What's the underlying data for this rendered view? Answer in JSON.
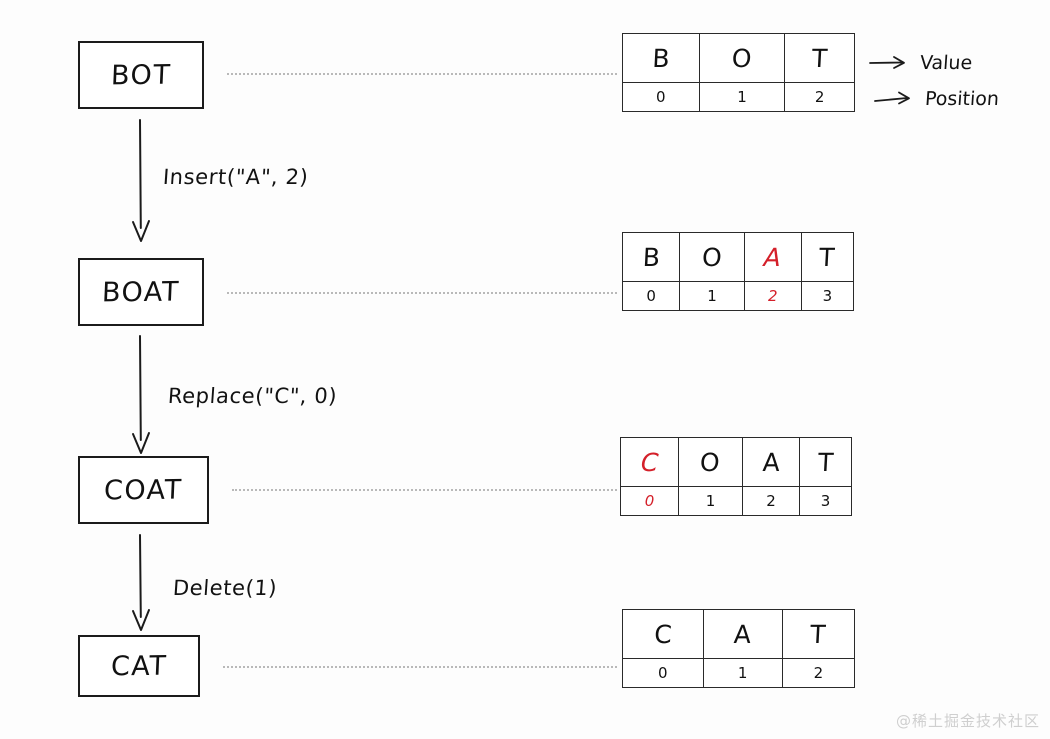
{
  "diagram": {
    "title_steps": [
      {
        "word": "BOT",
        "id": "bot"
      },
      {
        "word": "BOAT",
        "id": "boat"
      },
      {
        "word": "COAT",
        "id": "coat"
      },
      {
        "word": "CAT",
        "id": "cat"
      }
    ],
    "operations": [
      {
        "label": "Insert(\"A\", 2)"
      },
      {
        "label": "Replace(\"C\", 0)"
      },
      {
        "label": "Delete(1)"
      }
    ],
    "tables": [
      {
        "id": "bot",
        "values": [
          "B",
          "O",
          "T"
        ],
        "positions": [
          "0",
          "1",
          "2"
        ],
        "highlight_index": -1
      },
      {
        "id": "boat",
        "values": [
          "B",
          "O",
          "A",
          "T"
        ],
        "positions": [
          "0",
          "1",
          "2",
          "3"
        ],
        "highlight_index": 2
      },
      {
        "id": "coat",
        "values": [
          "C",
          "O",
          "A",
          "T"
        ],
        "positions": [
          "0",
          "1",
          "2",
          "3"
        ],
        "highlight_index": 0
      },
      {
        "id": "cat",
        "values": [
          "C",
          "A",
          "T"
        ],
        "positions": [
          "0",
          "1",
          "2"
        ],
        "highlight_index": -1
      }
    ],
    "legend": [
      {
        "label": "Value"
      },
      {
        "label": "Position"
      }
    ],
    "colors": {
      "ink": "#1b1b1b",
      "highlight_red": "#d4202a",
      "dotted_gray": "#b9b9b9",
      "background": "#fdfdfd",
      "watermark": "#cfcfcf"
    }
  },
  "watermark": {
    "text": "@稀土掘金技术社区"
  }
}
